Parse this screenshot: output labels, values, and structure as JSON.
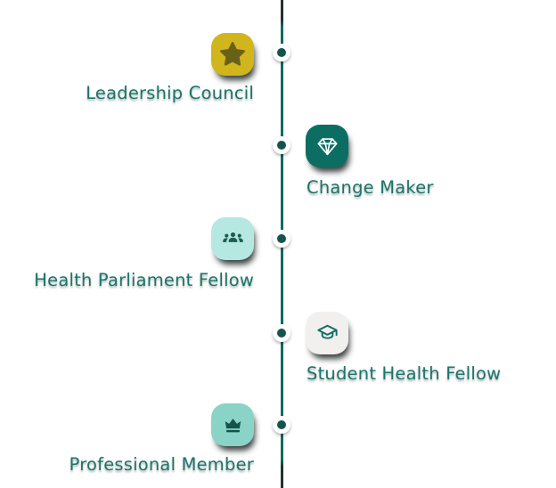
{
  "timeline": {
    "orientation": "vertical",
    "items": [
      {
        "label": "Leadership Council",
        "side": "left",
        "icon": "star-icon",
        "tile_color": "#d1b51d",
        "glyph_color": "#6a6119"
      },
      {
        "label": "Change Maker",
        "side": "right",
        "icon": "gem-icon",
        "tile_color": "#0c6e62",
        "glyph_color": "#ffffff"
      },
      {
        "label": "Health Parliament Fellow",
        "side": "left",
        "icon": "group-icon",
        "tile_color": "#b5e8e0",
        "glyph_color": "#1d5b53"
      },
      {
        "label": "Student Health Fellow",
        "side": "right",
        "icon": "graduation-cap-icon",
        "tile_color": "#f1f0ee",
        "glyph_color": "#0e6e62"
      },
      {
        "label": "Professional Member",
        "side": "left",
        "icon": "crown-icon",
        "tile_color": "#8ad3c7",
        "glyph_color": "#14544c"
      }
    ],
    "colors": {
      "line": "#0c6b60",
      "line_ends": "#272f2e",
      "label_text": "#1a756a",
      "node_ring": "#ffffff",
      "node_center": "#14544c",
      "background": "#ffffff"
    }
  }
}
